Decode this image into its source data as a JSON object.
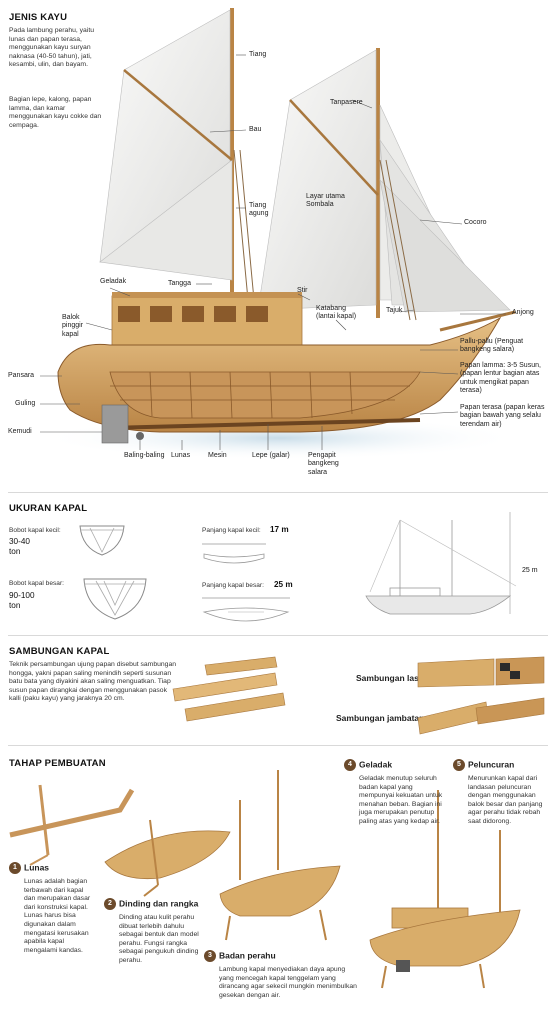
{
  "jenis_kayu": {
    "title": "JENIS KAYU",
    "p1": "Pada lambung perahu, yaitu lunas dan papan terasa, menggunakan kayu suryan naknasa (40-50 tahun), jati, kesambi, ulin, dan bayam.",
    "p2": "Bagian lepe, kalong, papan lamma, dan kamar menggunakan kayu cokke dan cempaga."
  },
  "ship_labels": {
    "tiang": "Tiang",
    "bau": "Bau",
    "tiang_agung": "Tiang agung",
    "tanpasere": "Tanpasere",
    "layar_utama": "Layar utama Sombala",
    "cocoro": "Cocoro",
    "tangga": "Tangga",
    "geladak": "Geladak",
    "stir": "Stir",
    "katabang": "Katabang (lantai kapal)",
    "tajuk": "Tajuk",
    "anjong": "Anjong",
    "balok": "Balok pinggir kapal",
    "pallu": "Pallu-pallu (Penguat bangkeng salara)",
    "pansara": "Pansara",
    "papan_lamma": "Papan lamma: 3-5 Susun, (papan lentur bagian atas untuk mengikat papan terasa)",
    "guling": "Guling",
    "papan_terasa": "Papan terasa (papan keras bagian bawah yang selalu terendam air)",
    "kemudi": "Kemudi",
    "baling": "Baling-baling",
    "lunas": "Lunas",
    "mesin": "Mesin",
    "lepe": "Lepe (galar)",
    "pengapit": "Pengapit bangkeng salara"
  },
  "ukuran": {
    "title": "UKURAN KAPAL",
    "bobot_kecil_label": "Bobot kapal kecil:",
    "bobot_kecil_value": "30-40",
    "bobot_kecil_unit": "ton",
    "bobot_besar_label": "Bobot kapal besar:",
    "bobot_besar_value": "90-100",
    "bobot_besar_unit": "ton",
    "panjang_kecil_label": "Panjang kapal kecil:",
    "panjang_kecil_value": "17 m",
    "panjang_besar_label": "Panjang kapal besar:",
    "panjang_besar_value": "25 m",
    "height_label": "25 m"
  },
  "sambungan": {
    "title": "SAMBUNGAN KAPAL",
    "text": "Teknik persambungan ujung papan disebut sambungan hongga, yakni papan saling menindih seperti susunan batu bata yang diyakini akan saling menguatkan. Tiap susun papan dirangkai dengan menggunakan pasok kalli (paku kayu) yang jaraknya 20 cm.",
    "laso": "Sambungan laso",
    "jambatang": "Sambungan jambatang"
  },
  "tahap": {
    "title": "TAHAP PEMBUATAN",
    "steps": [
      {
        "num": "1",
        "title": "Lunas",
        "text": "Lunas adalah bagian terbawah dari kapal dan merupakan dasar dari konstruksi kapal. Lunas harus bisa digunakan dalam mengatasi kerusakan apabila kapal mengalami kandas."
      },
      {
        "num": "2",
        "title": "Dinding dan rangka",
        "text": "Dinding atau kulit perahu dibuat terlebih dahulu sebagai bentuk dan model perahu. Fungsi rangka sebagai pengukuh dinding perahu."
      },
      {
        "num": "3",
        "title": "Badan perahu",
        "text": "Lambung kapal menyediakan daya apung yang mencegah kapal tenggelam yang dirancang agar sekecil mungkin menimbulkan gesekan dengan air."
      },
      {
        "num": "4",
        "title": "Geladak",
        "text": "Geladak menutup seluruh badan kapal yang mempunyai kekuatan untuk menahan beban. Bagian ini juga merupakan penutup paling atas yang kedap air."
      },
      {
        "num": "5",
        "title": "Peluncuran",
        "text": "Menurunkan kapal dari landasan peluncuran dengan menggunakan balok besar dan panjang agar perahu tidak rebah saat didorong."
      }
    ]
  },
  "colors": {
    "wood": "#d9ad6a",
    "wood_dark": "#a8773e",
    "sail": "#f2f2f0",
    "hull_dark": "#8a5a2b",
    "badge": "#6b4a2b"
  }
}
